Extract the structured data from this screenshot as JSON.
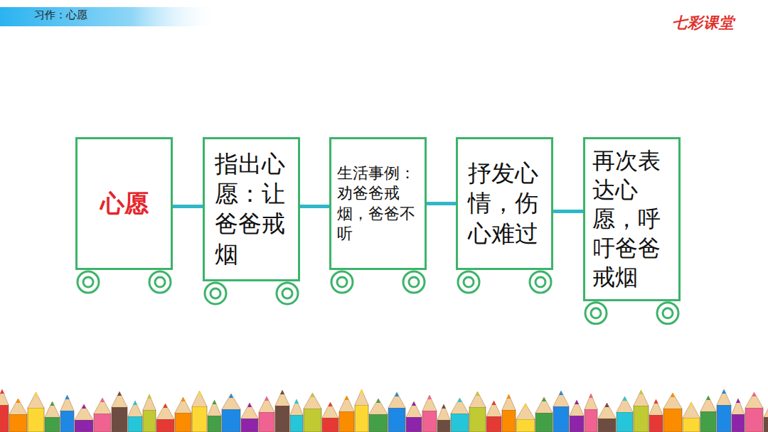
{
  "diagram": {
    "title": "习作：心愿",
    "nodes": [
      {
        "text": [
          "心愿"
        ]
      },
      {
        "text": [
          "指出心愿：让爸爸戒烟"
        ]
      },
      {
        "text": [
          "生活事例：劝爸爸戒烟，爸爸不听"
        ]
      },
      {
        "text": [
          "抒发心情，伤心难过"
        ]
      },
      {
        "text": [
          "再次表达心愿，呼吁爸爸戒烟"
        ]
      }
    ],
    "edges": [
      {
        "from": 0,
        "to": 1,
        "arrow": "none"
      },
      {
        "from": 1,
        "to": 2,
        "arrow": "none"
      },
      {
        "from": 2,
        "to": 3,
        "arrow": "none"
      },
      {
        "from": 3,
        "to": 4,
        "arrow": "none"
      }
    ],
    "labels": [
      "七彩课堂"
    ]
  }
}
